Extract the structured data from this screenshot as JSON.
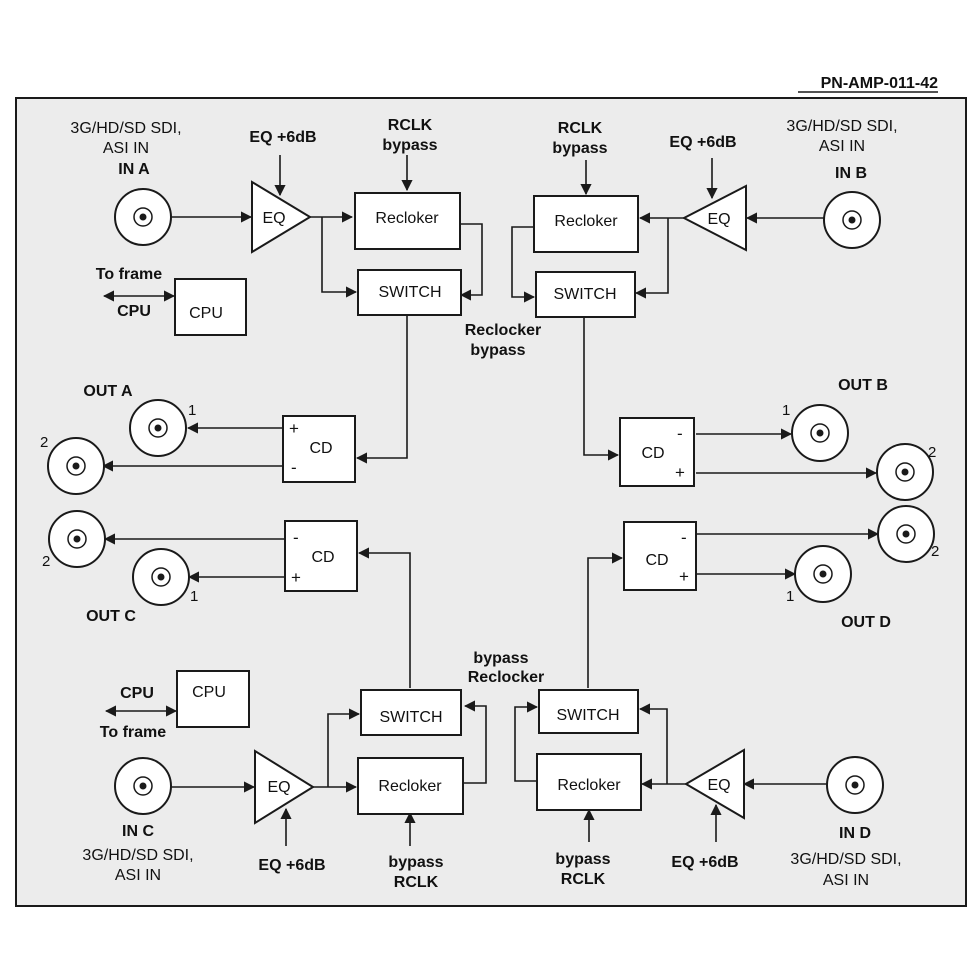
{
  "part_number": "PN-AMP-011-42",
  "labels": {
    "input_type_line1": "3G/HD/SD SDI,",
    "input_type_line2": "ASI IN",
    "in_a": "IN A",
    "in_b": "IN B",
    "in_c": "IN C",
    "in_d": "IN D",
    "out_a": "OUT A",
    "out_b": "OUT B",
    "out_c": "OUT C",
    "out_d": "OUT D",
    "eq": "EQ",
    "eq_gain": "EQ +6dB",
    "rclk": "RCLK",
    "bypass": "bypass",
    "recloker": "Recloker",
    "switch": "SWITCH",
    "cd": "CD",
    "cpu": "CPU",
    "to_frame": "To frame",
    "reclocker": "Reclocker",
    "plus": "+",
    "minus": "-",
    "port_1": "1",
    "port_2": "2"
  },
  "colors": {
    "background": "#ececec",
    "line": "#1a1a1a",
    "box_fill": "#ffffff"
  }
}
